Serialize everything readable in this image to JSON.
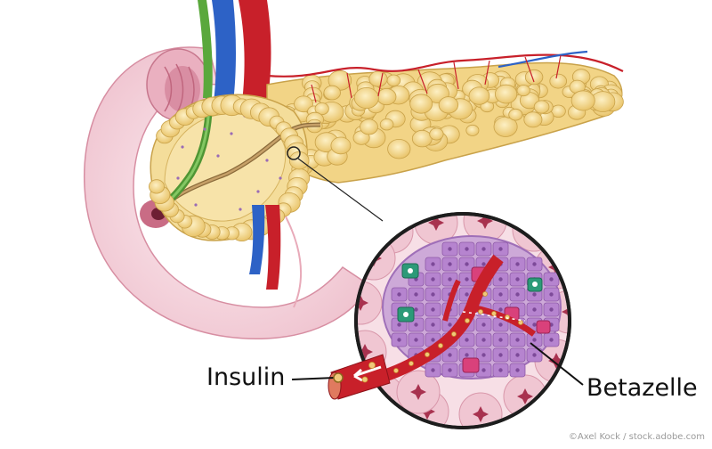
{
  "labels": {
    "insulin": "Insulin",
    "beta_cell": "Betazelle"
  },
  "credit": "©Axel Kock / stock.adobe.com",
  "colors": {
    "pancreas": "#f2d486",
    "pancreas_outline": "#c9a24a",
    "duodenum": "#f6d9e0",
    "artery": "#c8202a",
    "vein": "#2d62c6",
    "bile_duct": "#5aa83c",
    "islet_cell": "#b684cf",
    "beta_cell_highlight": "#d9417b",
    "alpha_cell": "#2c9a78",
    "acinar": "#e8a1b4"
  }
}
